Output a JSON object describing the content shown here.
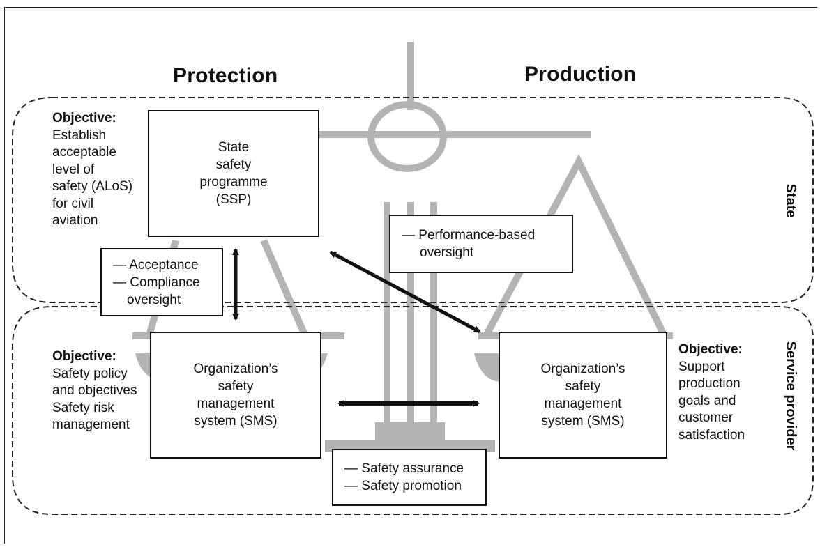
{
  "headings": {
    "left": "Protection",
    "right": "Production"
  },
  "zones": {
    "top": "State",
    "bottom": "Service provider"
  },
  "boxes": {
    "ssp": [
      "State",
      "safety",
      "programme",
      "(SSP)"
    ],
    "sms_left": [
      "Organization’s",
      "safety",
      "management",
      "system (SMS)"
    ],
    "sms_right": [
      "Organization’s",
      "safety",
      "management",
      "system (SMS)"
    ],
    "acceptance": [
      "— Acceptance",
      "— Compliance",
      "oversight"
    ],
    "performance": [
      "— Performance-based",
      "oversight"
    ],
    "assurance": [
      "— Safety assurance",
      "— Safety promotion"
    ]
  },
  "objectives": {
    "state": {
      "title": "Objective:",
      "lines": [
        "Establish",
        "acceptable",
        "level of",
        "safety (ALoS)",
        "for civil",
        "aviation"
      ]
    },
    "left": {
      "title": "Objective:",
      "lines": [
        "Safety policy",
        "and objectives",
        "Safety risk",
        "management"
      ]
    },
    "right": {
      "title": "Objective:",
      "lines": [
        "Support",
        "production",
        "goals and",
        "customer",
        "satisfaction"
      ]
    }
  },
  "colors": {
    "scale": "#b4b4b4",
    "line": "#111111",
    "dash": "#222222"
  }
}
